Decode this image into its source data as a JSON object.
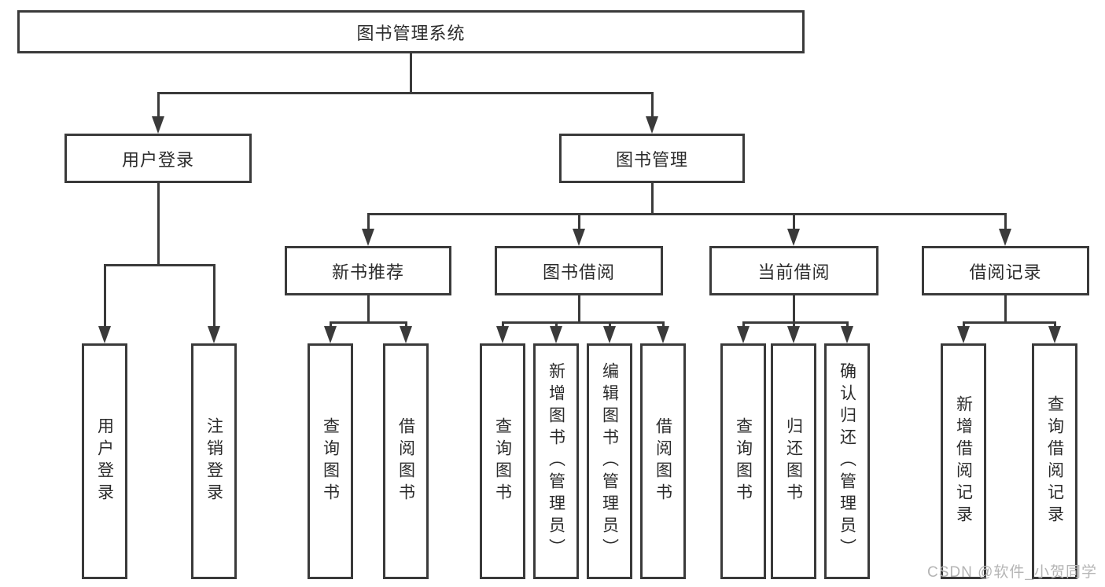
{
  "colors": {
    "line": "#3a3a3a",
    "text": "#2b2b2b",
    "watermark": "#b5b5b5",
    "background": "#ffffff"
  },
  "watermark": "CSDN @软件_小贺同学",
  "tree": {
    "label": "图书管理系统",
    "children": [
      {
        "label": "用户登录",
        "children": [
          {
            "label": "用户登录"
          },
          {
            "label": "注销登录"
          }
        ]
      },
      {
        "label": "图书管理",
        "children": [
          {
            "label": "新书推荐",
            "children": [
              {
                "label": "查询图书"
              },
              {
                "label": "借阅图书"
              }
            ]
          },
          {
            "label": "图书借阅",
            "children": [
              {
                "label": "查询图书"
              },
              {
                "label": "新增图书（管理员）"
              },
              {
                "label": "编辑图书（管理员）"
              },
              {
                "label": "借阅图书"
              }
            ]
          },
          {
            "label": "当前借阅",
            "children": [
              {
                "label": "查询图书"
              },
              {
                "label": "归还图书"
              },
              {
                "label": "确认归还（管理员）"
              }
            ]
          },
          {
            "label": "借阅记录",
            "children": [
              {
                "label": "新增借阅记录"
              },
              {
                "label": "查询借阅记录"
              }
            ]
          }
        ]
      }
    ]
  }
}
